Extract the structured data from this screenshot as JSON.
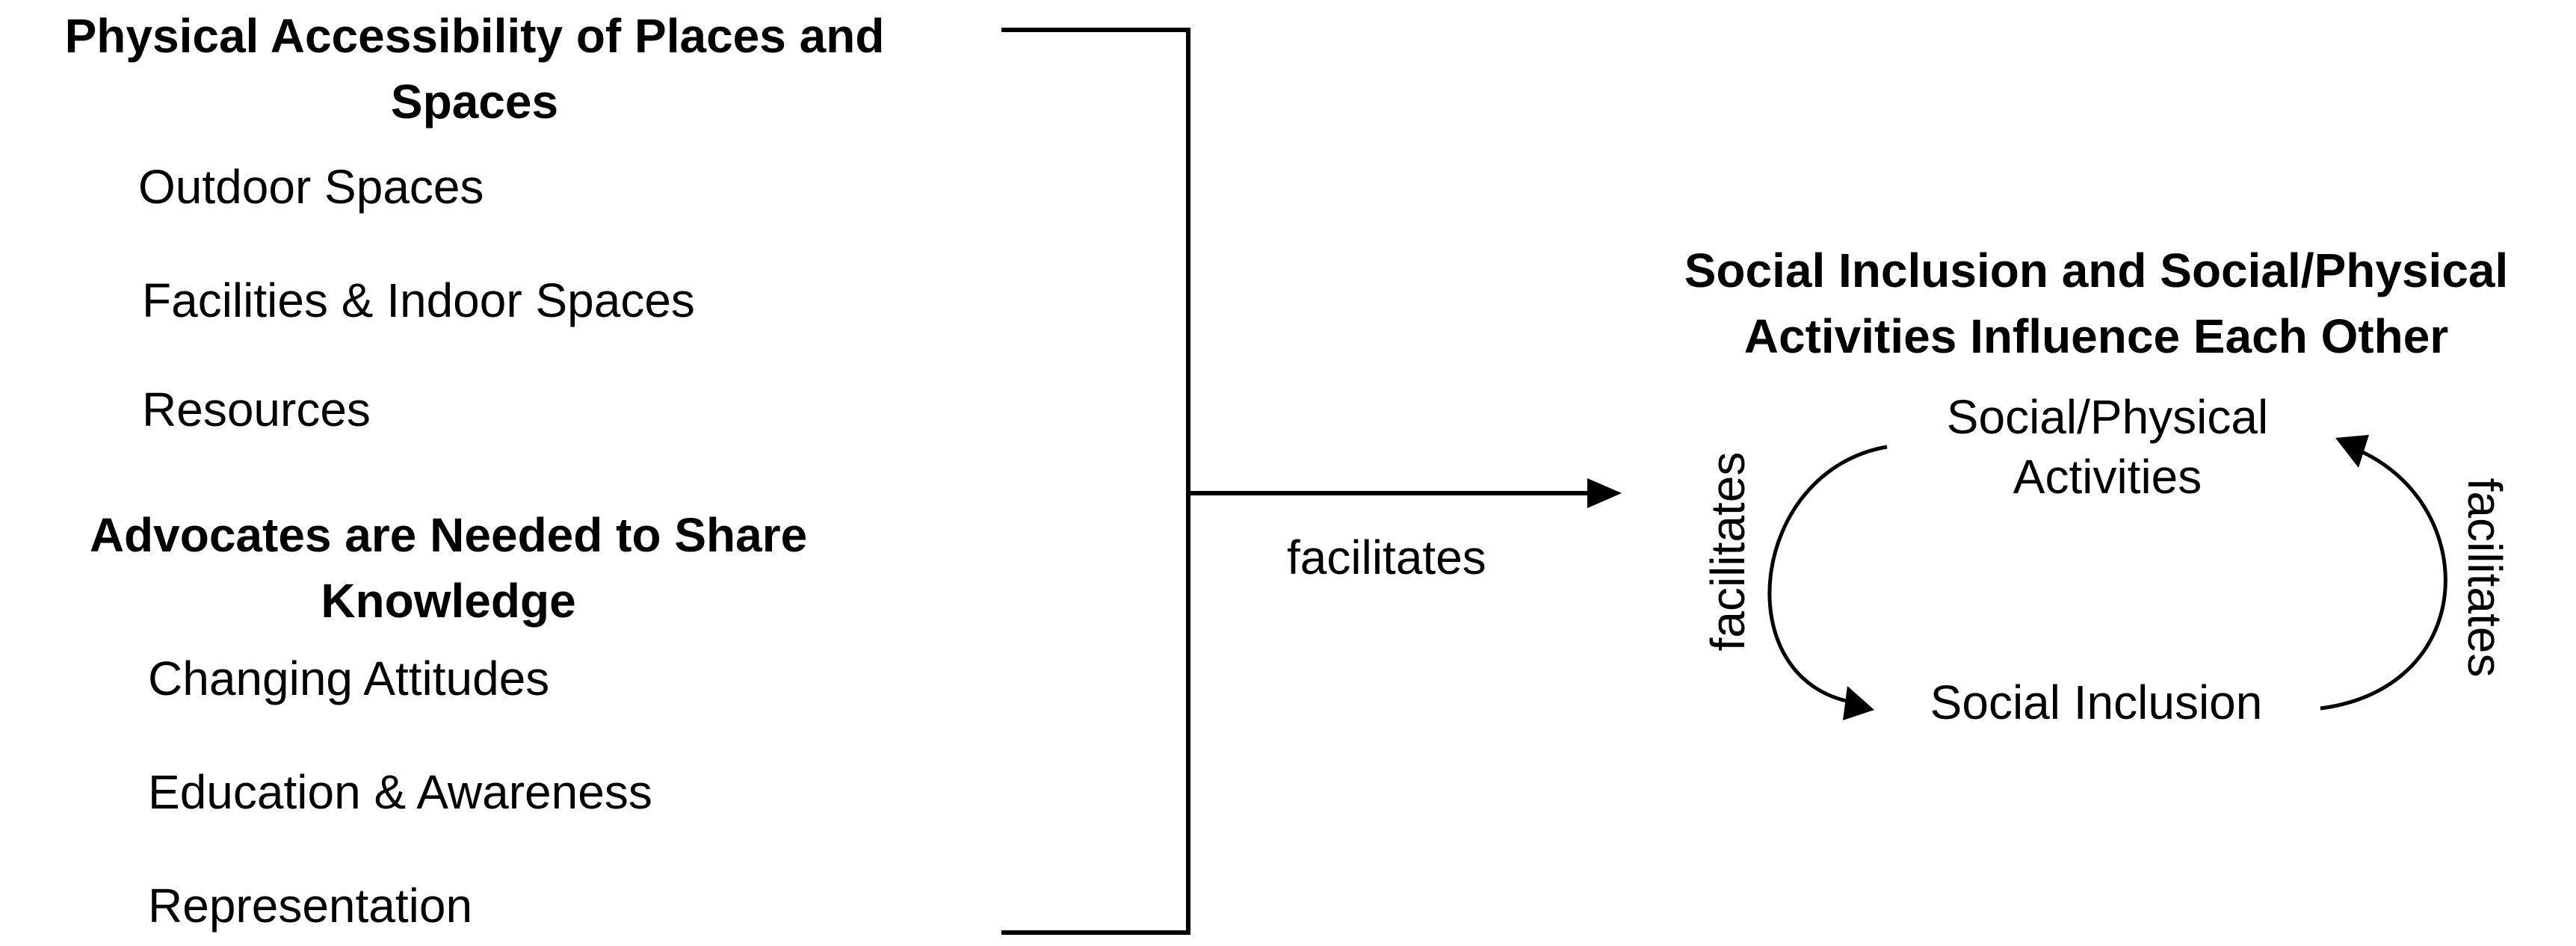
{
  "left": {
    "group1": {
      "heading_line1": "Physical Accessibility of Places and",
      "heading_line2": "Spaces",
      "items": [
        "Outdoor Spaces",
        "Facilities & Indoor Spaces",
        "Resources"
      ]
    },
    "group2": {
      "heading_line1": "Advocates are Needed to Share",
      "heading_line2": "Knowledge",
      "items": [
        "Changing Attitudes",
        "Education & Awareness",
        "Representation"
      ]
    }
  },
  "connector": {
    "label": "facilitates"
  },
  "right": {
    "heading_line1": "Social Inclusion and Social/Physical",
    "heading_line2": "Activities Influence Each Other",
    "cycle": {
      "top_node_line1": "Social/Physical",
      "top_node_line2": "Activities",
      "bottom_node": "Social Inclusion",
      "left_label": "facilitates",
      "right_label": "facilitates"
    }
  }
}
